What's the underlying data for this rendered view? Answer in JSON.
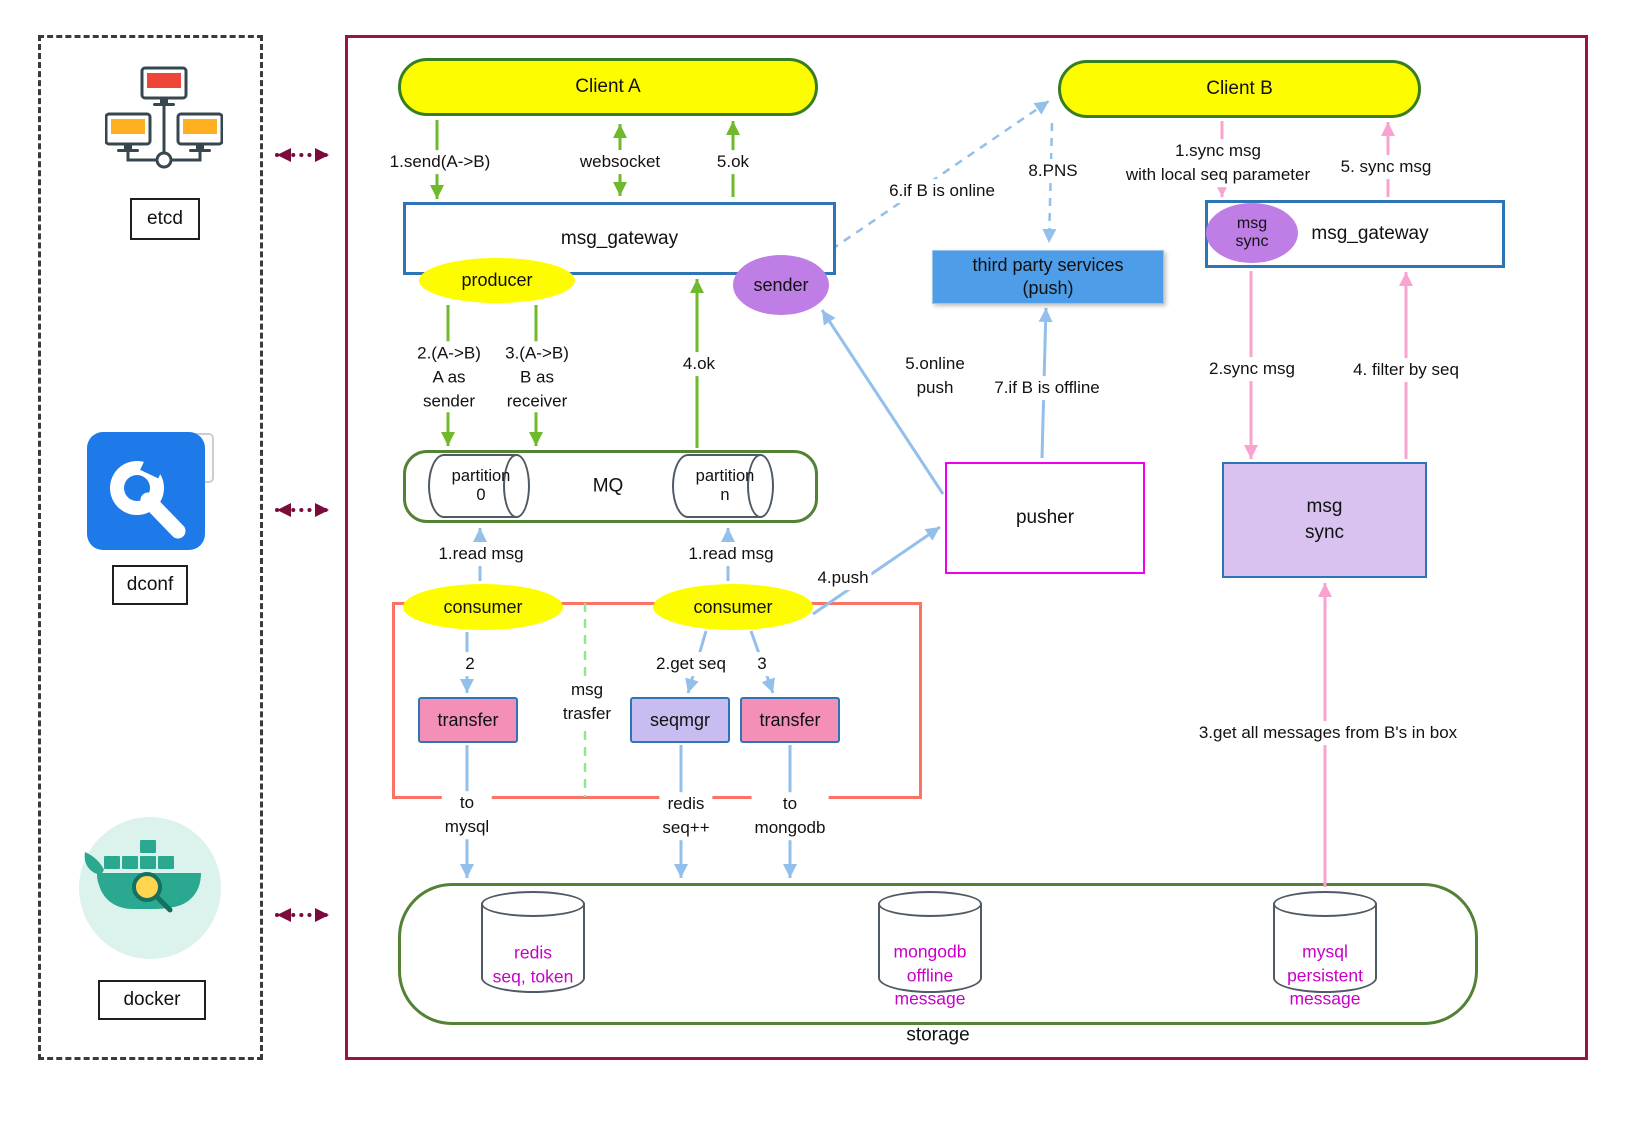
{
  "panel": {
    "etcd": "etcd",
    "dconf": "dconf",
    "docker": "docker"
  },
  "nodes": {
    "client_a": "Client A",
    "client_b": "Client B",
    "gateway_left": "msg_gateway",
    "gateway_right": "msg_gateway",
    "producer": "producer",
    "sender": "sender",
    "msg_sync_ellipse": "msg\nsync",
    "mq": "MQ",
    "partition_0": "partition\n0",
    "partition_n": "partition\nn",
    "consumer_left": "consumer",
    "consumer_right": "consumer",
    "transfer_left": "transfer",
    "seqmgr": "seqmgr",
    "transfer_right": "transfer",
    "pusher": "pusher",
    "third_party": "third party services\n(push)",
    "msg_sync_box": "msg\nsync",
    "storage": "storage",
    "redis": "redis\nseq, token",
    "mongodb": "mongodb\noffline\nmessage",
    "mysql": "mysql\npersistent\nmessage"
  },
  "labels": {
    "send_ab": "1.send(A->B)",
    "websocket": "websocket",
    "ok_5": "5.ok",
    "a_as_sender": "2.(A->B)\nA as\nsender",
    "b_as_receiver": "3.(A->B)\nB as\nreceiver",
    "ok_4": "4.ok",
    "read_msg_left": "1.read msg",
    "read_msg_right": "1.read msg",
    "step_2": "2",
    "get_seq": "2.get seq",
    "step_3": "3",
    "msg_trasfer": "msg\ntrasfer",
    "push_4": "4.push",
    "to_mysql": "to\nmysql",
    "redis_seq": "redis\nseq++",
    "to_mongodb": "to\nmongodb",
    "online_push": "5.online\npush",
    "if_b_offline": "7.if B is offline",
    "if_b_online": "6.if B is online",
    "pns": "8.PNS",
    "sync_msg_down": "1.sync msg\nwith local seq parameter",
    "sync_msg_up": "5. sync msg",
    "sync_msg_2": "2.sync msg",
    "filter_by_seq": "4. filter by seq",
    "get_all_messages": "3.get all messages from B's in box"
  },
  "colors": {
    "node_yellow": "#FDFD00",
    "green_arrow": "#6FB92C",
    "blue_arrow": "#93BFEA",
    "pink_arrow": "#F8A3D0",
    "purple_node": "#BE7EE6",
    "maroon_border": "#9E1148",
    "magenta_db_text": "#C800C8",
    "blue_box_border": "#2E75B6",
    "pusher_border": "#F000F0",
    "red_group_border": "#FB7365"
  }
}
